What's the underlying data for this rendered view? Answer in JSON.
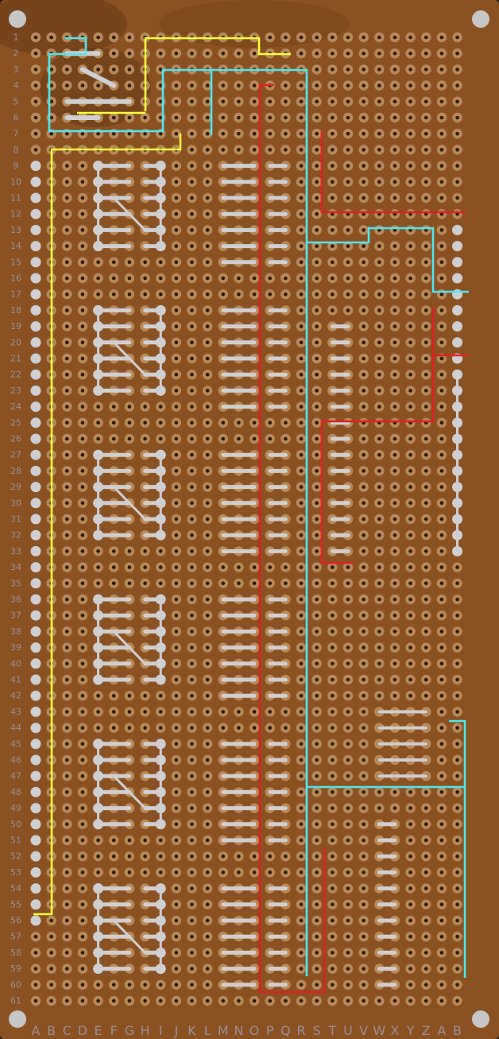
{
  "board": {
    "row_labels": [
      "1",
      "2",
      "3",
      "4",
      "5",
      "6",
      "7",
      "8",
      "9",
      "10",
      "11",
      "12",
      "13",
      "14",
      "15",
      "16",
      "17",
      "18",
      "19",
      "20",
      "21",
      "22",
      "23",
      "24",
      "25",
      "26",
      "27",
      "28",
      "29",
      "30",
      "31",
      "32",
      "33",
      "34",
      "35",
      "36",
      "37",
      "38",
      "39",
      "40",
      "41",
      "42",
      "43",
      "44",
      "45",
      "46",
      "47",
      "48",
      "49",
      "50",
      "51",
      "52",
      "53",
      "54",
      "55",
      "56",
      "57",
      "58",
      "59",
      "60",
      "61"
    ],
    "column_labels": [
      "A",
      "B",
      "C",
      "D",
      "E",
      "F",
      "G",
      "H",
      "I",
      "J",
      "K",
      "L",
      "M",
      "N",
      "O",
      "P",
      "Q",
      "R",
      "S",
      "T",
      "U",
      "V",
      "W",
      "X",
      "Y",
      "Z",
      "A",
      "B"
    ],
    "colors": {
      "board": "#8a5223",
      "pad": "#b88a5a",
      "hole": "#2a1a08",
      "solder": "#cfcfd2",
      "wire_yellow": "#ffff3c",
      "wire_cyan": "#4fe6ef",
      "wire_red": "#e21f26"
    }
  }
}
